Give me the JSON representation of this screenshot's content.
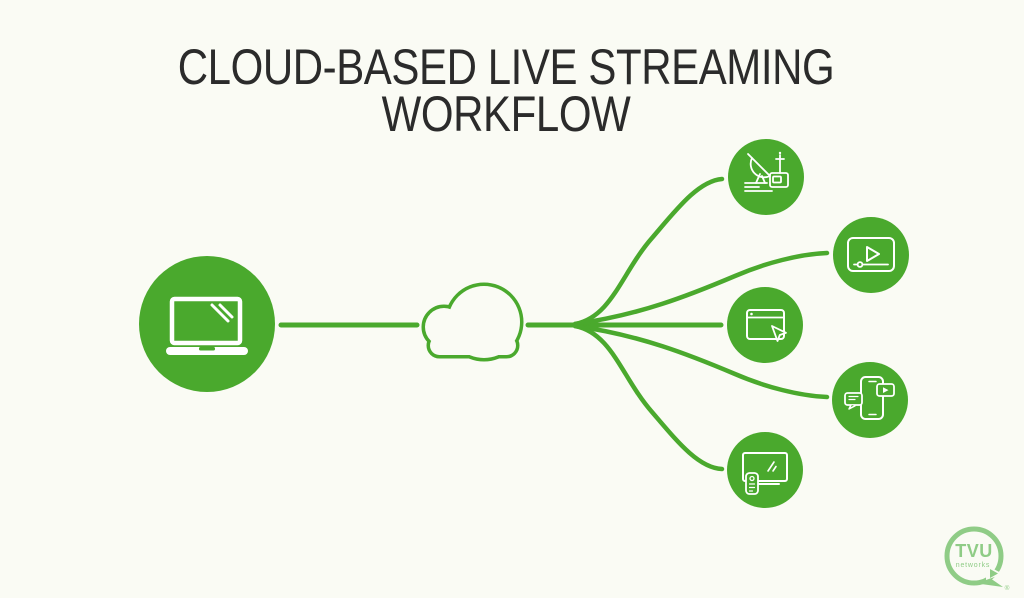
{
  "title": {
    "line1": "CLOUD-BASED LIVE STREAMING",
    "line2": "WORKFLOW"
  },
  "colors": {
    "accent_green": "#4aa92d",
    "background": "#fafbf4",
    "title_text": "#2b2b2b",
    "logo_green": "#8fcc86",
    "icon_stroke": "#ffffff"
  },
  "diagram": {
    "source": {
      "icon": "laptop-icon"
    },
    "hub": {
      "icon": "cloud-icon"
    },
    "destinations": [
      {
        "icon": "satellite-uplink-truck-icon"
      },
      {
        "icon": "video-player-icon"
      },
      {
        "icon": "browser-window-cursor-icon"
      },
      {
        "icon": "mobile-streaming-icon"
      },
      {
        "icon": "tv-remote-icon"
      }
    ]
  },
  "logo": {
    "brand": "TVU",
    "brand_sub": "networks",
    "registered": "®"
  }
}
